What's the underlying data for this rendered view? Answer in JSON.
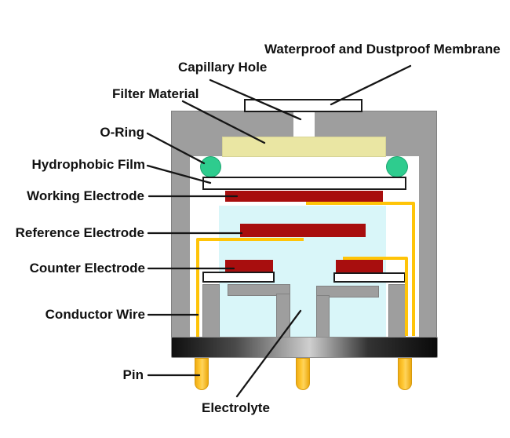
{
  "diagram": {
    "type": "electrochemical-gas-sensor-cross-section",
    "labels": {
      "membrane": "Waterproof and Dustproof Membrane",
      "capillary_hole": "Capillary Hole",
      "filter_material": "Filter Material",
      "o_ring": "O-Ring",
      "hydrophobic_film": "Hydrophobic Film",
      "working_electrode": "Working Electrode",
      "reference_electrode": "Reference Electrode",
      "counter_electrode": "Counter Electrode",
      "conductor_wire": "Conductor Wire",
      "pin": "Pin",
      "electrolyte": "Electrolyte"
    },
    "colors": {
      "housing_gray": "#9e9e9e",
      "filter_yellow": "#eae6a3",
      "o_ring_green": "#2ecc8e",
      "electrode_red": "#a80e0e",
      "electrolyte_cyan": "#d9f6f9",
      "wire_orange": "#ffc408",
      "pin_gold": "#ffc833",
      "base_black": "#111111"
    }
  }
}
